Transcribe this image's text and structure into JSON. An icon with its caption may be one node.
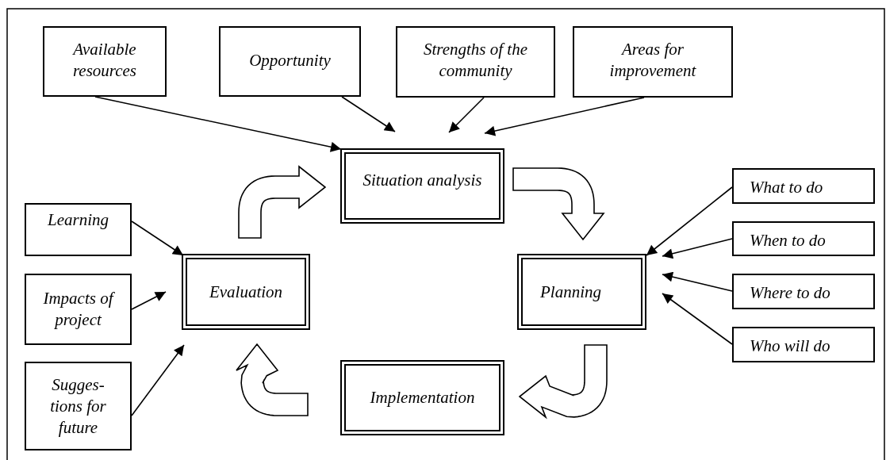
{
  "diagram": {
    "nodes": [
      {
        "text": [
          "Available resources"
        ]
      },
      {
        "text": [
          "Opportunity"
        ]
      },
      {
        "text": [
          "Strengths of the community"
        ]
      },
      {
        "text": [
          "Areas for improvement"
        ]
      },
      {
        "text": [
          "Situation analysis"
        ]
      },
      {
        "text": [
          "What to do"
        ]
      },
      {
        "text": [
          "Planning"
        ]
      },
      {
        "text": [
          "When to do"
        ]
      },
      {
        "text": [
          "Where to do"
        ]
      },
      {
        "text": [
          "Who will do"
        ]
      },
      {
        "text": [
          "Implementation"
        ]
      },
      {
        "text": [
          "Learning"
        ]
      },
      {
        "text": [
          "Evaluation"
        ]
      },
      {
        "text": [
          "Impacts of project"
        ]
      },
      {
        "text": [
          "Sugges- tions for future"
        ]
      }
    ],
    "edges": [
      {
        "from": 0,
        "to": 4,
        "arrow": "to"
      },
      {
        "from": 1,
        "to": 4,
        "arrow": "to"
      },
      {
        "from": 2,
        "to": 4,
        "arrow": "to"
      },
      {
        "from": 3,
        "to": 4,
        "arrow": "to"
      },
      {
        "from": 5,
        "to": 6,
        "arrow": "to"
      },
      {
        "from": 7,
        "to": 6,
        "arrow": "to"
      },
      {
        "from": 8,
        "to": 6,
        "arrow": "to"
      },
      {
        "from": 9,
        "to": 6,
        "arrow": "to"
      },
      {
        "from": 11,
        "to": 12,
        "arrow": "to"
      },
      {
        "from": 13,
        "to": 12,
        "arrow": "to"
      },
      {
        "from": 14,
        "to": 12,
        "arrow": "to"
      },
      {
        "from": 12,
        "to": 4,
        "arrow": "to",
        "style": "thick"
      },
      {
        "from": 4,
        "to": 6,
        "arrow": "to",
        "style": "thick"
      },
      {
        "from": 6,
        "to": 10,
        "arrow": "to",
        "style": "thick"
      },
      {
        "from": 10,
        "to": 12,
        "arrow": "to",
        "style": "thick"
      }
    ]
  }
}
